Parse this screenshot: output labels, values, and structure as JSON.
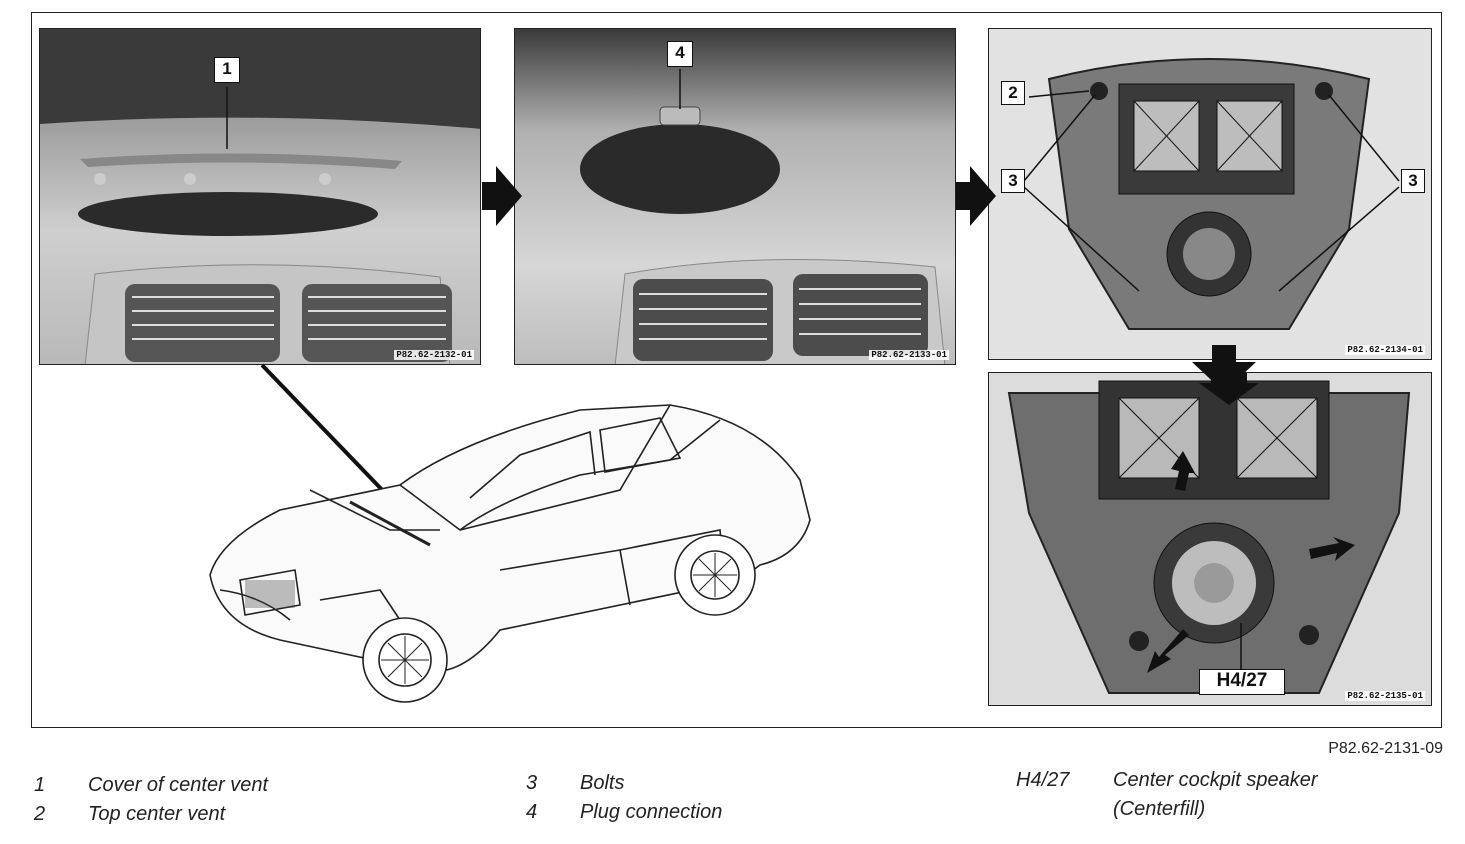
{
  "figure_id": "P82.62-2131-09",
  "photos": [
    {
      "id": "P82.62-2132-01",
      "callouts": [
        "1"
      ]
    },
    {
      "id": "P82.62-2133-01",
      "callouts": [
        "4"
      ]
    },
    {
      "id": "P82.62-2134-01",
      "callouts": [
        "2",
        "3",
        "3"
      ]
    },
    {
      "id": "P82.62-2135-01",
      "callouts": [
        "H4/27"
      ]
    }
  ],
  "legend": [
    {
      "key": "1",
      "text": "Cover of center vent"
    },
    {
      "key": "2",
      "text": "Top center vent"
    },
    {
      "key": "3",
      "text": "Bolts"
    },
    {
      "key": "4",
      "text": "Plug connection"
    },
    {
      "key": "H4/27",
      "text": "Center cockpit speaker",
      "text2": "(Centerfill)"
    }
  ]
}
